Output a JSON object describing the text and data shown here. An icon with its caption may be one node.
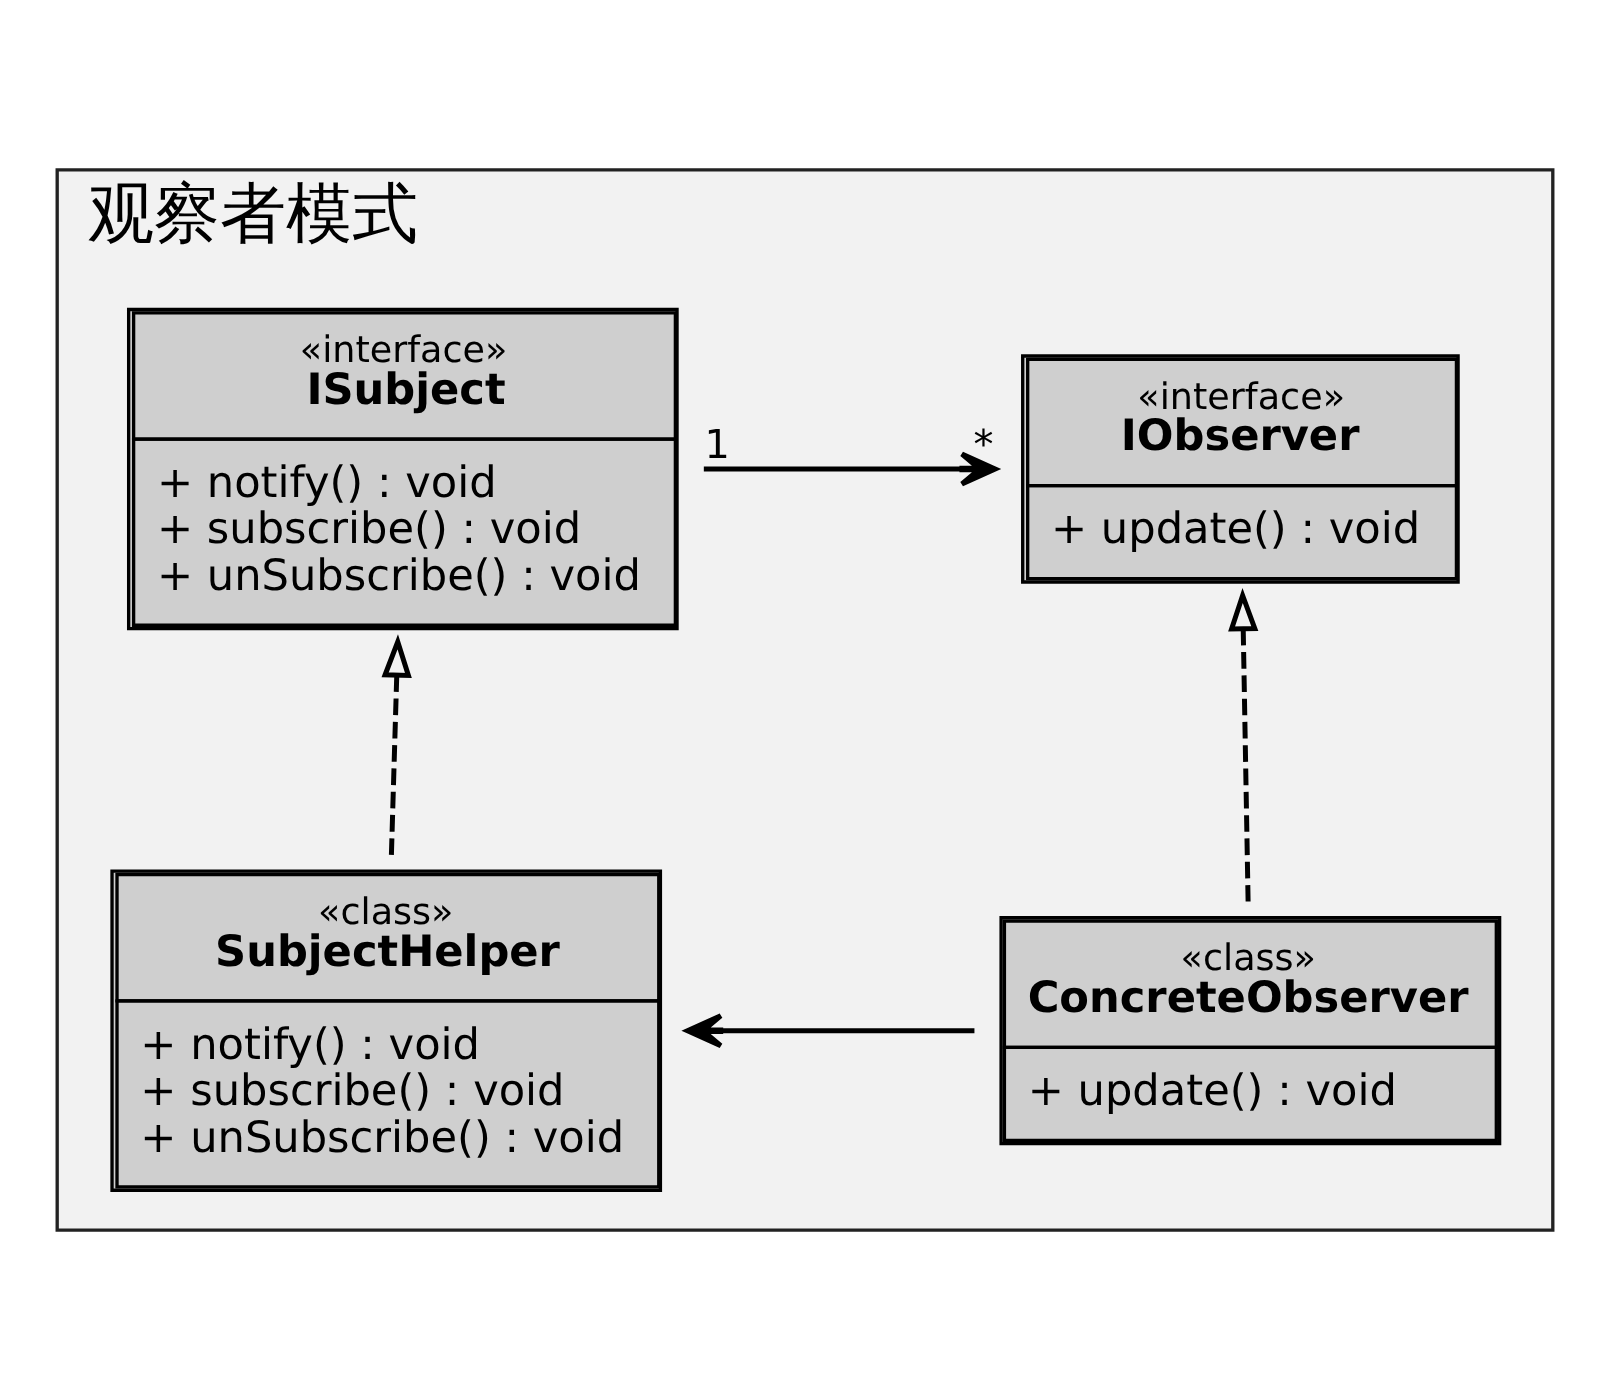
{
  "diagram": {
    "nodes": [
      {
        "text": [
          "观察者模式"
        ]
      },
      {
        "text": [
          "«interface»",
          "ISubject",
          "+ notify() : void",
          "+ subscribe() : void",
          "+ unSubscribe() : void"
        ],
        "in": 0
      },
      {
        "text": [
          "«interface»",
          "IObserver",
          "+ update() : void"
        ],
        "in": 0
      },
      {
        "text": [
          "«class»",
          "SubjectHelper",
          "+ notify() : void",
          "+ subscribe() : void",
          "+ unSubscribe() : void"
        ],
        "in": 0
      },
      {
        "text": [
          "«class»",
          "ConcreteObserver",
          "+ update() : void"
        ],
        "in": 0
      }
    ],
    "edges": [
      {
        "from": 1,
        "to": 2,
        "arrow": "to"
      },
      {
        "from": 3,
        "to": 1,
        "arrow": "to",
        "style": "dashed"
      },
      {
        "from": 4,
        "to": 2,
        "arrow": "to",
        "style": "dashed"
      },
      {
        "from": 4,
        "to": 3,
        "arrow": "to"
      }
    ],
    "labels": [
      "1",
      "*"
    ]
  }
}
